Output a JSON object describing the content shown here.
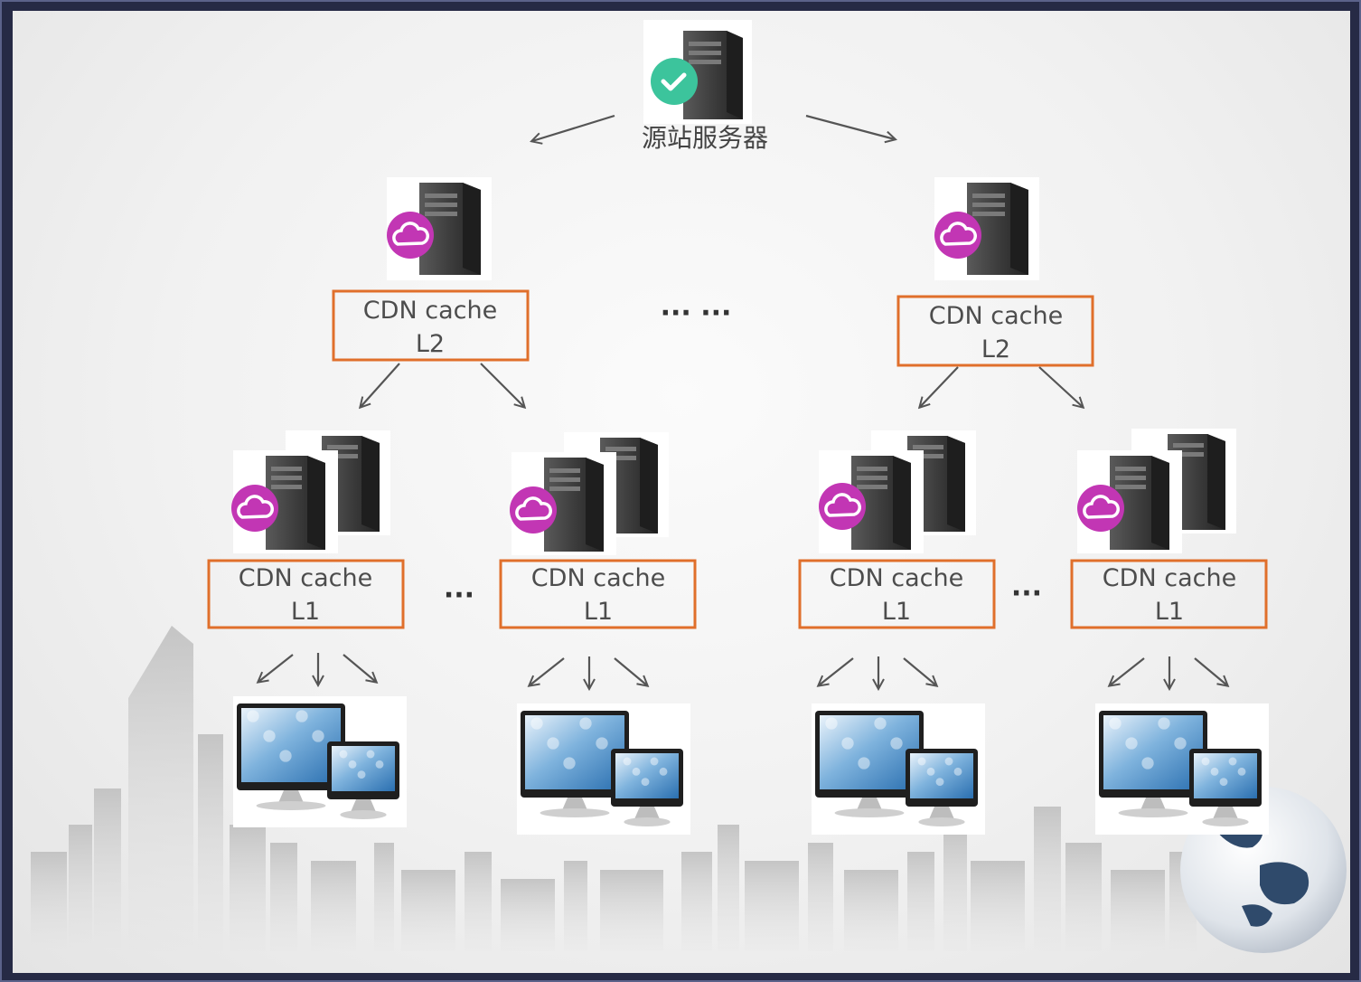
{
  "origin": {
    "label": "源站服务器",
    "status_icon": "check-circle-icon",
    "status_color": "#3cc49c"
  },
  "colors": {
    "box_border": "#e06f2b",
    "cloud_badge": "#c236b4",
    "arrow": "#555555"
  },
  "level2": [
    {
      "line1": "CDN cache",
      "line2": "L2"
    },
    {
      "line1": "CDN cache",
      "line2": "L2"
    }
  ],
  "level1": [
    {
      "line1": "CDN cache",
      "line2": "L1"
    },
    {
      "line1": "CDN cache",
      "line2": "L1"
    },
    {
      "line1": "CDN cache",
      "line2": "L1"
    },
    {
      "line1": "CDN cache",
      "line2": "L1"
    }
  ],
  "ellipses": {
    "l2_gap": "···  ···",
    "l1_gap_left": "···",
    "l1_gap_right": "···"
  }
}
